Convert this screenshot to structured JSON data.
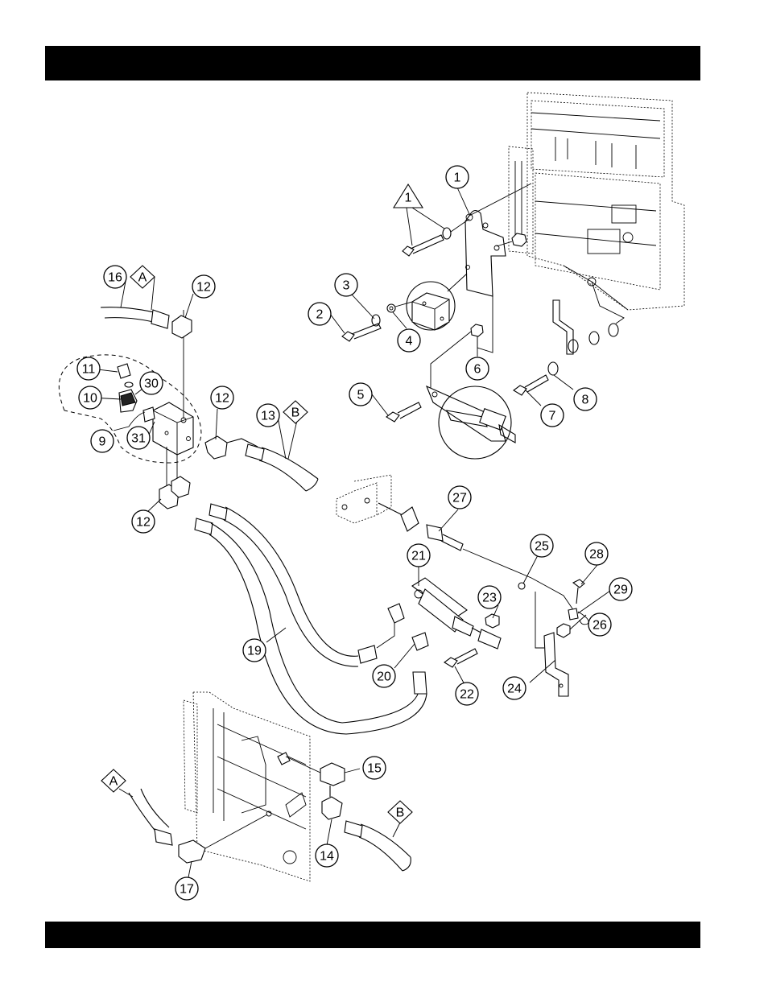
{
  "header_bar": {
    "color": "#000000"
  },
  "footer_bar": {
    "color": "#000000"
  },
  "callouts": [
    {
      "id": "c1",
      "label": "1"
    },
    {
      "id": "c2",
      "label": "2"
    },
    {
      "id": "c3",
      "label": "3"
    },
    {
      "id": "c4",
      "label": "4"
    },
    {
      "id": "c5",
      "label": "5"
    },
    {
      "id": "c6",
      "label": "6"
    },
    {
      "id": "c7",
      "label": "7"
    },
    {
      "id": "c8",
      "label": "8"
    },
    {
      "id": "c9",
      "label": "9"
    },
    {
      "id": "c10",
      "label": "10"
    },
    {
      "id": "c11",
      "label": "11"
    },
    {
      "id": "c12a",
      "label": "12"
    },
    {
      "id": "c12b",
      "label": "12"
    },
    {
      "id": "c12c",
      "label": "12"
    },
    {
      "id": "c13",
      "label": "13"
    },
    {
      "id": "c14",
      "label": "14"
    },
    {
      "id": "c15",
      "label": "15"
    },
    {
      "id": "c16",
      "label": "16"
    },
    {
      "id": "c17",
      "label": "17"
    },
    {
      "id": "c19",
      "label": "19"
    },
    {
      "id": "c20",
      "label": "20"
    },
    {
      "id": "c21",
      "label": "21"
    },
    {
      "id": "c22",
      "label": "22"
    },
    {
      "id": "c23",
      "label": "23"
    },
    {
      "id": "c24",
      "label": "24"
    },
    {
      "id": "c25",
      "label": "25"
    },
    {
      "id": "c26",
      "label": "26"
    },
    {
      "id": "c27",
      "label": "27"
    },
    {
      "id": "c28",
      "label": "28"
    },
    {
      "id": "c29",
      "label": "29"
    },
    {
      "id": "c30",
      "label": "30"
    },
    {
      "id": "c31",
      "label": "31"
    }
  ],
  "markers": [
    {
      "id": "tri1",
      "shape": "triangle",
      "label": "1"
    },
    {
      "id": "diaA_top",
      "shape": "diamond",
      "label": "A"
    },
    {
      "id": "diaB_top",
      "shape": "diamond",
      "label": "B"
    },
    {
      "id": "diaA_bot",
      "shape": "diamond",
      "label": "A"
    },
    {
      "id": "diaB_bot",
      "shape": "diamond",
      "label": "B"
    }
  ]
}
